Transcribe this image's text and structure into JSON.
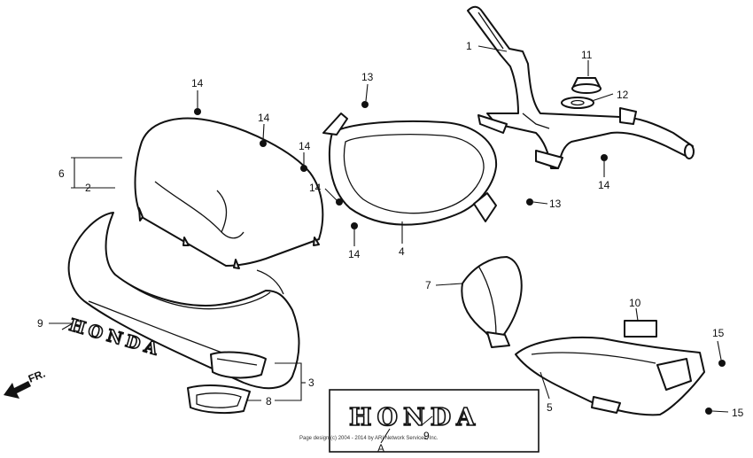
{
  "diagram": {
    "labels": {
      "l1": "1",
      "l2": "2",
      "l3": "3",
      "l4": "4",
      "l5": "5",
      "l6": "6",
      "l7": "7",
      "l8": "8",
      "l9": "9",
      "l9b": "9",
      "l10": "10",
      "l11": "11",
      "l12": "12",
      "l13a": "13",
      "l13b": "13",
      "l14a": "14",
      "l14b": "14",
      "l14c": "14",
      "l14d": "14",
      "l14e": "14",
      "l14f": "14",
      "l15a": "15",
      "l15b": "15",
      "lA": "A"
    },
    "direction_label": "FR.",
    "emblem_text": "HONDA",
    "emblem_letters": [
      "H",
      "O",
      "N",
      "D",
      "A"
    ],
    "copyright": "Page design (c) 2004 - 2014 by ARI Network Services, Inc."
  }
}
